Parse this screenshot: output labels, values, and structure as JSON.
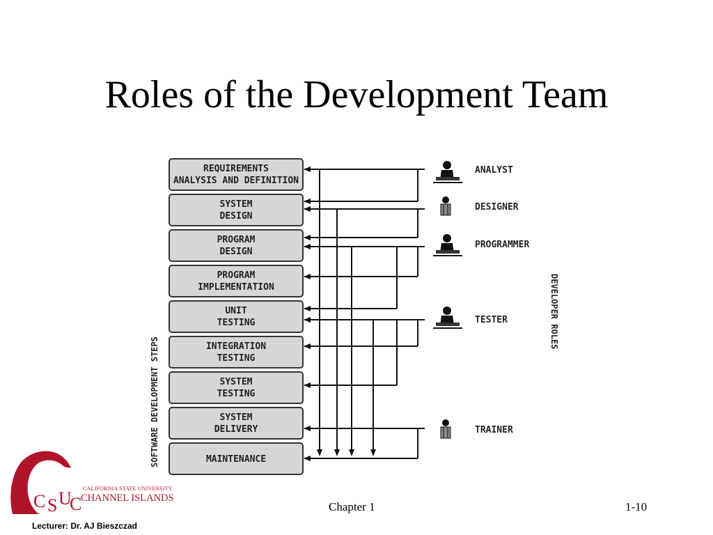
{
  "slide": {
    "title": "Roles of the Development Team",
    "footer_chapter": "Chapter 1",
    "footer_page": "1-10",
    "lecturer": "Lecturer: Dr. AJ Bieszczad"
  },
  "logo": {
    "line1": "CALIFORNIA STATE UNIVERSITY",
    "line2": "CHANNEL ISLANDS",
    "monogram": "CSUCI",
    "colors": {
      "primary": "#b0142b"
    }
  },
  "diagram": {
    "left_label": "SOFTWARE DEVELOPMENT STEPS",
    "right_label": "DEVELOPER ROLES",
    "steps": [
      {
        "line1": "REQUIREMENTS",
        "line2": "ANALYSIS AND DEFINITION"
      },
      {
        "line1": "SYSTEM",
        "line2": "DESIGN"
      },
      {
        "line1": "PROGRAM",
        "line2": "DESIGN"
      },
      {
        "line1": "PROGRAM",
        "line2": "IMPLEMENTATION"
      },
      {
        "line1": "UNIT",
        "line2": "TESTING"
      },
      {
        "line1": "INTEGRATION",
        "line2": "TESTING"
      },
      {
        "line1": "SYSTEM",
        "line2": "TESTING"
      },
      {
        "line1": "SYSTEM",
        "line2": "DELIVERY"
      },
      {
        "line1": "MAINTENANCE",
        "line2": ""
      }
    ],
    "roles": [
      {
        "label": "ANALYST",
        "icon": "seated-person-icon"
      },
      {
        "label": "DESIGNER",
        "icon": "standing-person-icon"
      },
      {
        "label": "PROGRAMMER",
        "icon": "seated-person-icon"
      },
      {
        "label": "TESTER",
        "icon": "seated-person-icon"
      },
      {
        "label": "TRAINER",
        "icon": "standing-person-icon"
      }
    ]
  }
}
